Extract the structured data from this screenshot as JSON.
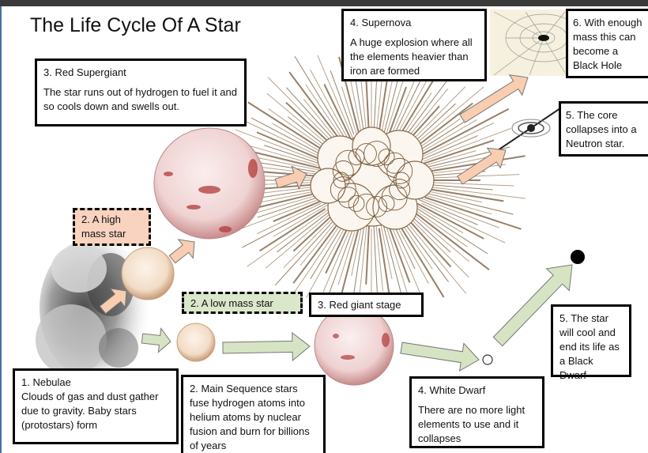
{
  "diagram": {
    "title": "The Life Cycle Of A Star",
    "labels": {
      "nebulae": {
        "heading": "1. Nebulae",
        "text": "Clouds of gas and dust gather due to gravity. Baby stars (protostars) form"
      },
      "main_sequence": {
        "text": "2.  Main Sequence stars fuse hydrogen atoms into helium atoms by nuclear fusion and burn for billions of years"
      },
      "high_mass": {
        "text": "2. A high mass star"
      },
      "low_mass": {
        "text": "2. A low mass star"
      },
      "red_supergiant": {
        "heading": "3. Red Supergiant",
        "text": "The star runs out of hydrogen to fuel it and so cools down and swells out."
      },
      "red_giant": {
        "text": "3. Red giant stage"
      },
      "supernova": {
        "heading": "4. Supernova",
        "text": "A huge explosion where all the elements heavier than iron are formed"
      },
      "white_dwarf": {
        "heading": "4. White Dwarf",
        "text": "There are no more light elements to use and it collapses"
      },
      "neutron_star": {
        "text": "5. The core collapses into a Neutron star."
      },
      "black_dwarf": {
        "text": "5. The star will cool and end its life as a Black Dwarf"
      },
      "black_hole": {
        "text": "6. With enough mass this can become a Black Hole"
      }
    }
  },
  "colors": {
    "high_mass_fill": "#f9d3bf",
    "low_mass_fill": "#dbe7cb",
    "orange_arrow": "#f8cdb0",
    "green_arrow": "#d6e4c4",
    "star_red": "#b23a3a"
  }
}
